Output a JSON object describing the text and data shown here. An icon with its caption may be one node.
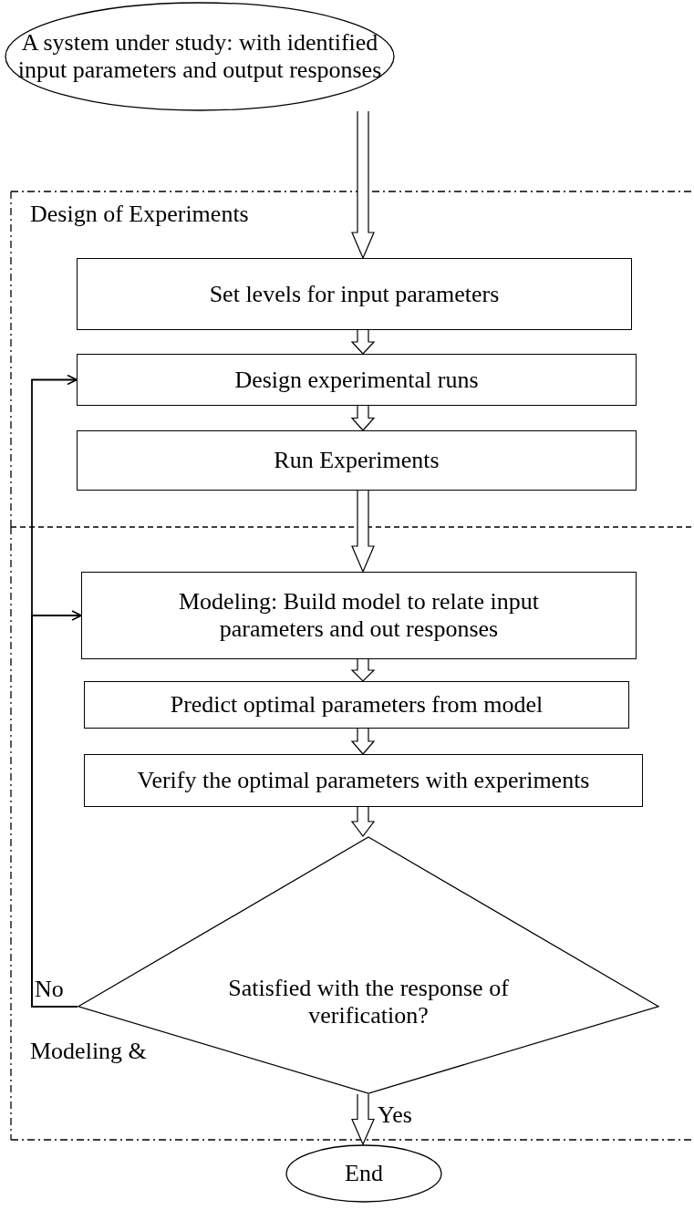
{
  "diagram": {
    "nodes": [
      {
        "text": [
          "A system under study: with identified input parameters and output responses"
        ]
      },
      {
        "text": [
          "Design of Experiments"
        ]
      },
      {
        "text": [
          "Set levels for input parameters"
        ],
        "in": 1
      },
      {
        "text": [
          "Design experimental runs"
        ],
        "in": 1
      },
      {
        "text": [
          "Run Experiments"
        ],
        "in": 1
      },
      {
        "text": [
          "Modeling &"
        ]
      },
      {
        "text": [
          "Modeling: Build model to relate input parameters and out responses"
        ],
        "in": 5
      },
      {
        "text": [
          "Predict optimal parameters from model"
        ],
        "in": 5
      },
      {
        "text": [
          "Verify the optimal parameters with experiments"
        ],
        "in": 5
      },
      {
        "text": [
          "Satisfied with the response of verification?"
        ],
        "in": 5
      },
      {
        "text": [
          "End"
        ]
      }
    ],
    "edges": [
      {
        "from": 0,
        "to": 2,
        "arrow": "to"
      },
      {
        "from": 2,
        "to": 3,
        "arrow": "to"
      },
      {
        "from": 3,
        "to": 4,
        "arrow": "to"
      },
      {
        "from": 4,
        "to": 6,
        "arrow": "to"
      },
      {
        "from": 6,
        "to": 7,
        "arrow": "to"
      },
      {
        "from": 7,
        "to": 8,
        "arrow": "to"
      },
      {
        "from": 8,
        "to": 9,
        "arrow": "to"
      },
      {
        "from": 9,
        "to": 10,
        "arrow": "to",
        "label": "Yes"
      },
      {
        "from": 9,
        "to": 3,
        "arrow": "to",
        "label": "No"
      },
      {
        "from": 9,
        "to": 6,
        "arrow": "to"
      }
    ]
  }
}
